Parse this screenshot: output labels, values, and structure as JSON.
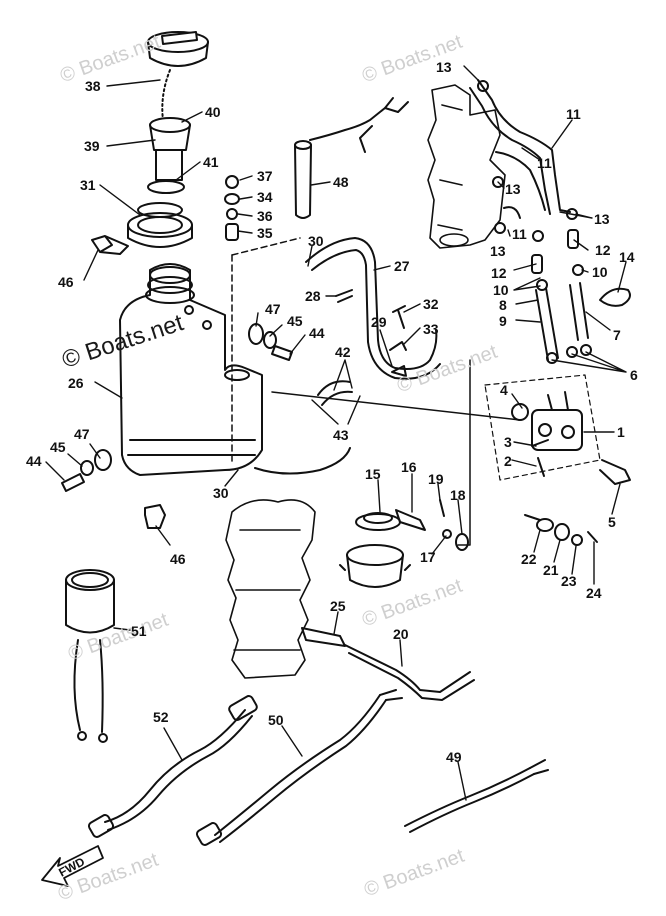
{
  "watermark": {
    "text": "© Boats.net"
  },
  "fwd_label": "FWD",
  "callouts": [
    {
      "id": "c38",
      "text": "38"
    },
    {
      "id": "c39",
      "text": "39"
    },
    {
      "id": "c40",
      "text": "40"
    },
    {
      "id": "c41",
      "text": "41"
    },
    {
      "id": "c31",
      "text": "31"
    },
    {
      "id": "c37",
      "text": "37"
    },
    {
      "id": "c34",
      "text": "34"
    },
    {
      "id": "c36",
      "text": "36"
    },
    {
      "id": "c35",
      "text": "35"
    },
    {
      "id": "c48",
      "text": "48"
    },
    {
      "id": "c30a",
      "text": "30"
    },
    {
      "id": "c27",
      "text": "27"
    },
    {
      "id": "c28",
      "text": "28"
    },
    {
      "id": "c46a",
      "text": "46"
    },
    {
      "id": "c47a",
      "text": "47"
    },
    {
      "id": "c45a",
      "text": "45"
    },
    {
      "id": "c44a",
      "text": "44"
    },
    {
      "id": "c32",
      "text": "32"
    },
    {
      "id": "c29",
      "text": "29"
    },
    {
      "id": "c33",
      "text": "33"
    },
    {
      "id": "c42",
      "text": "42"
    },
    {
      "id": "c43",
      "text": "43"
    },
    {
      "id": "c26",
      "text": "26"
    },
    {
      "id": "c47b",
      "text": "47"
    },
    {
      "id": "c45b",
      "text": "45"
    },
    {
      "id": "c44b",
      "text": "44"
    },
    {
      "id": "c30b",
      "text": "30"
    },
    {
      "id": "c46b",
      "text": "46"
    },
    {
      "id": "c13a",
      "text": "13"
    },
    {
      "id": "c11a",
      "text": "11"
    },
    {
      "id": "c11b",
      "text": "11"
    },
    {
      "id": "c13b",
      "text": "13"
    },
    {
      "id": "c13c",
      "text": "13"
    },
    {
      "id": "c11c",
      "text": "11"
    },
    {
      "id": "c13d",
      "text": "13"
    },
    {
      "id": "c12a",
      "text": "12"
    },
    {
      "id": "c12b",
      "text": "12"
    },
    {
      "id": "c14",
      "text": "14"
    },
    {
      "id": "c10a",
      "text": "10"
    },
    {
      "id": "c10b",
      "text": "10"
    },
    {
      "id": "c8",
      "text": "8"
    },
    {
      "id": "c9",
      "text": "9"
    },
    {
      "id": "c7",
      "text": "7"
    },
    {
      "id": "c6",
      "text": "6"
    },
    {
      "id": "c4",
      "text": "4"
    },
    {
      "id": "c1",
      "text": "1"
    },
    {
      "id": "c3",
      "text": "3"
    },
    {
      "id": "c2",
      "text": "2"
    },
    {
      "id": "c5",
      "text": "5"
    },
    {
      "id": "c15",
      "text": "15"
    },
    {
      "id": "c16",
      "text": "16"
    },
    {
      "id": "c19",
      "text": "19"
    },
    {
      "id": "c18",
      "text": "18"
    },
    {
      "id": "c17",
      "text": "17"
    },
    {
      "id": "c22",
      "text": "22"
    },
    {
      "id": "c21",
      "text": "21"
    },
    {
      "id": "c23",
      "text": "23"
    },
    {
      "id": "c24",
      "text": "24"
    },
    {
      "id": "c25",
      "text": "25"
    },
    {
      "id": "c20",
      "text": "20"
    },
    {
      "id": "c51",
      "text": "51"
    },
    {
      "id": "c52",
      "text": "52"
    },
    {
      "id": "c50",
      "text": "50"
    },
    {
      "id": "c49",
      "text": "49"
    }
  ]
}
